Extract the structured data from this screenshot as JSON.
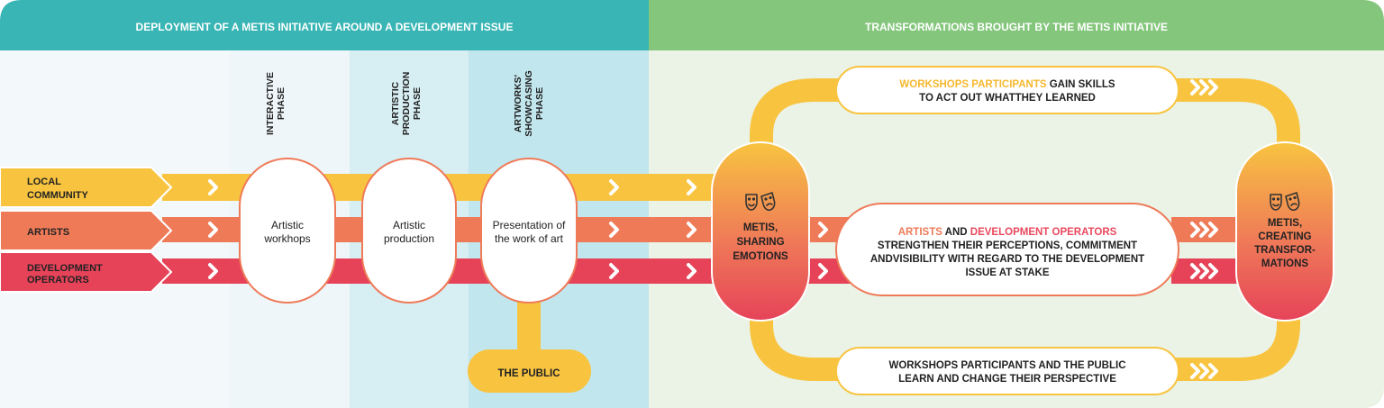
{
  "headers": {
    "left": "DEPLOYMENT OF A METIS INITIATIVE AROUND A DEVELOPMENT ISSUE",
    "right": "TRANSFORMATIONS BROUGHT BY THE METIS INITIATIVE"
  },
  "phases": {
    "interactive": [
      "INTERACTIVE",
      "PHASE"
    ],
    "production": [
      "ARTISTIC",
      "PRODUCTION",
      "PHASE"
    ],
    "showcasing": [
      "ARTWORKS'",
      "SHOWCASING",
      "PHASE"
    ]
  },
  "actors": {
    "local_community": [
      "LOCAL",
      "COMMUNITY"
    ],
    "artists": [
      "ARTISTS"
    ],
    "development_operators": [
      "DEVELOPMENT",
      "OPERATORS"
    ]
  },
  "nodes": {
    "workshops": [
      "Artistic",
      "workhops"
    ],
    "production": [
      "Artistic",
      "production"
    ],
    "presentation": [
      "Presentation of",
      "the work of art"
    ]
  },
  "public_label": "THE PUBLIC",
  "metis_sharing": [
    "METIS,",
    "SHARING",
    "EMOTIONS"
  ],
  "metis_creating": [
    "METIS,",
    "CREATING",
    "TRANSFOR-",
    "MATIONS"
  ],
  "outcomes": {
    "top": {
      "highlight": "WORKSHOPS PARTICIPANTS",
      "line1_rest": " GAIN SKILLS",
      "line2": "TO ACT OUT WHATTHEY LEARNED"
    },
    "middle": {
      "highlight1": "ARTISTS",
      "connector": " AND ",
      "highlight2": "DEVELOPMENT OPERATORS",
      "lines": [
        "STRENGTHEN THEIR PERCEPTIONS, COMMITMENT",
        "ANDVISIBILITY WITH REGARD TO THE DEVELOPMENT",
        "ISSUE AT STAKE"
      ]
    },
    "bottom": [
      "WORKSHOPS PARTICIPANTS AND THE PUBLIC",
      "LEARN AND CHANGE THEIR PERSPECTIVE"
    ]
  },
  "colors": {
    "teal_header": "#38b5b4",
    "green_header": "#84c67c",
    "yellow": "#f8c440",
    "coral": "#ef7a58",
    "crimson": "#e64359",
    "pale_blue": "#eef6f9",
    "mid_blue": "#d7eef3",
    "deep_blue": "#c2e6ed",
    "pale_green": "#eaf3e6",
    "highlight_yellow": "#f5b82e",
    "highlight_red": "#e9495d",
    "dark_text": "#222222"
  },
  "icons": {
    "sharing": "comedy-tragedy-masks-icon",
    "creating": "comedy-tragedy-masks-icon",
    "arrow": "chevron-right-icon"
  }
}
